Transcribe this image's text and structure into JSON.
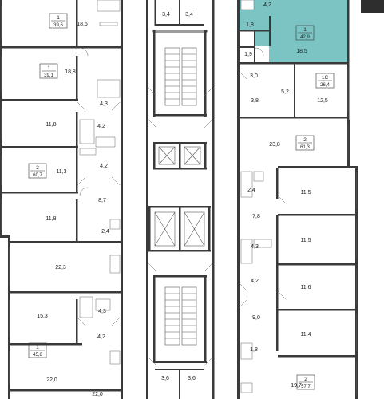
{
  "colors": {
    "wall": "#3a3a3a",
    "highlight": "#7cc4c4",
    "dark_block": "#2e2e2e",
    "background": "#ffffff"
  },
  "left_units": [
    {
      "id": "l1",
      "number": "1",
      "area": "39,6"
    },
    {
      "id": "l2",
      "number": "1",
      "area": "39,1"
    },
    {
      "id": "l3",
      "number": "2",
      "area": "60,7"
    },
    {
      "id": "l4",
      "number": "1",
      "area": "45,8"
    }
  ],
  "right_units": [
    {
      "id": "r1",
      "number": "1",
      "area": "42,9"
    },
    {
      "id": "r2",
      "number": "1С",
      "area": "26,4"
    },
    {
      "id": "r3",
      "number": "2",
      "area": "61,3"
    },
    {
      "id": "r4",
      "number": "2",
      "area": "57,7"
    }
  ],
  "left_rooms": [
    "18,6",
    "18,8",
    "4,3",
    "11,8",
    "4,2",
    "11,3",
    "4,2",
    "8,7",
    "11,8",
    "2,4",
    "22,3",
    "4,3",
    "15,3",
    "4,2",
    "22,0",
    "22,0"
  ],
  "core_rooms": [
    "3,4",
    "3,4",
    "3,6",
    "3,6"
  ],
  "right_rooms": [
    "4,2",
    "1,8",
    "18,5",
    "1,9",
    "3,0",
    "5,2",
    "3,8",
    "12,5",
    "23,8",
    "2,4",
    "11,5",
    "7,8",
    "11,5",
    "4,3",
    "4,2",
    "11,6",
    "9,0",
    "11,4",
    "1,8",
    "19,7"
  ]
}
